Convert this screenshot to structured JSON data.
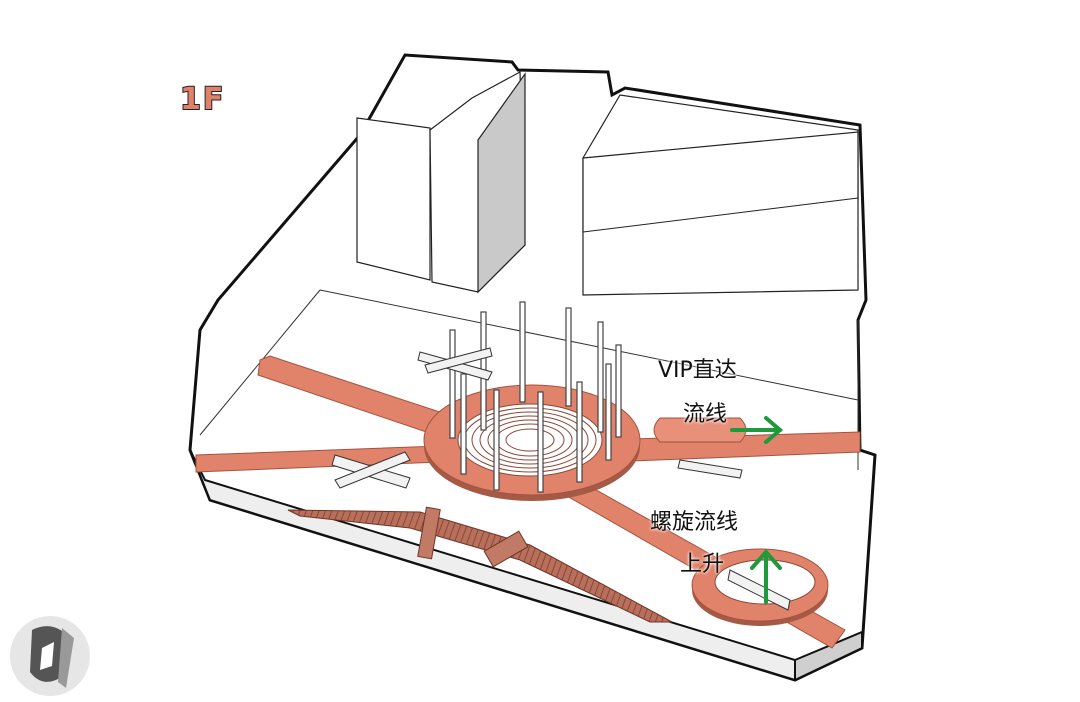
{
  "floor_label": "1F",
  "annotations": {
    "vip_line1": "VIP直达",
    "vip_line2": "流线",
    "spiral_line1": "螺旋流线",
    "spiral_line2": "上升"
  },
  "colors": {
    "path": "#e0836a",
    "path_dark": "#b9604c",
    "arrow": "#1e9a3c",
    "outline": "#111111",
    "mass_light": "#ffffff",
    "mass_shade": "#cfcfcf",
    "ramp": "#a65a45"
  },
  "icons": [
    "arrow-right-icon",
    "arrow-up-icon",
    "watermark-logo-icon"
  ]
}
